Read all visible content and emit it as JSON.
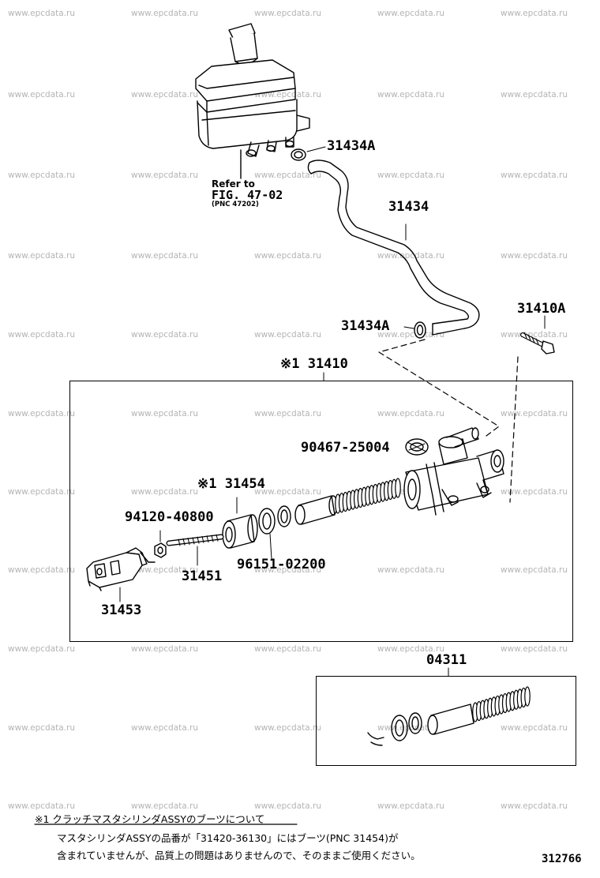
{
  "watermark": "www.epcdata.ru",
  "refer": {
    "line1": "Refer to",
    "line2": "FIG. 47-02",
    "line3": "(PNC 47202)"
  },
  "callouts": {
    "c31434A_top": "31434A",
    "c31434": "31434",
    "c31434A_mid": "31434A",
    "c31410A": "31410A",
    "c31410": "※1 31410",
    "c90467": "90467-25004",
    "c31454": "※1 31454",
    "c94120": "94120-40800",
    "c96151": "96151-02200",
    "c31451": "31451",
    "c31453": "31453",
    "c04311": "04311"
  },
  "note": {
    "title": "※1 クラッチマスタシリンダASSYのブーツについて",
    "line1": "マスタシリンダASSYの品番が「31420-36130」にはブーツ(PNC 31454)が",
    "line2": "含まれていませんが、品質上の問題はありませんので、そのままご使用ください。"
  },
  "figure_number": "312766"
}
